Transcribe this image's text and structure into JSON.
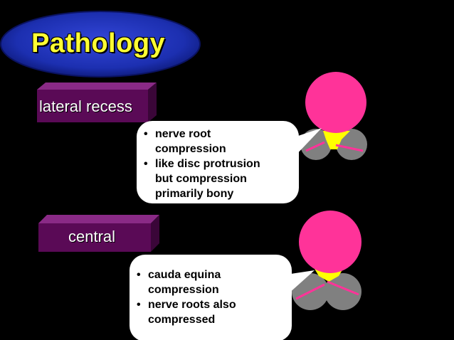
{
  "slide": {
    "title": "Pathology",
    "sections": [
      {
        "label": "lateral recess",
        "bullets": [
          "nerve root compression",
          "like disc protrusion but compression primarily bony"
        ]
      },
      {
        "label": "central",
        "bullets": [
          "cauda equina compression",
          "nerve roots also compressed"
        ]
      }
    ]
  },
  "colors": {
    "background": "#000000",
    "title_text": "#ffff33",
    "title_oval": "#1c2fb0",
    "label_box": "#5a0a56",
    "disc": "#ff3399",
    "joint": "#808080",
    "nerve": "#ffff00",
    "callout": "#ffffff"
  }
}
